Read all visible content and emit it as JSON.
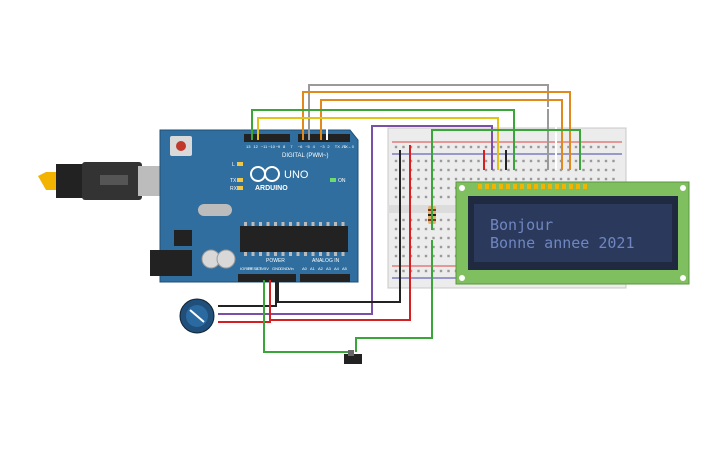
{
  "colors": {
    "board": "#2f6e9e",
    "board_dark": "#1f4f75",
    "breadboard": "#ececec",
    "lcd_pcb": "#7fbf5f",
    "lcd_screen": "#2b3a5c",
    "lcd_text": "#6f86c0",
    "wire_gray": "#9a9a9a",
    "wire_orange": "#e08a1e",
    "wire_yellow": "#e3c21a",
    "wire_green": "#3aa63a",
    "wire_purple": "#7a4fa8",
    "wire_red": "#d42020",
    "wire_black": "#222222"
  },
  "arduino": {
    "brand": "ARDUINO",
    "model": "UNO",
    "digital_label": "DIGITAL (PWM~)",
    "power_label": "POWER",
    "analog_label": "ANALOG IN",
    "aref": "AREF",
    "gnd": "GND",
    "led_l": "L",
    "led_tx": "TX",
    "led_rx": "RX",
    "on": "ON",
    "digital_pins": [
      "13",
      "12",
      "~11",
      "~10",
      "~9",
      "8",
      "7",
      "~6",
      "~5",
      "4",
      "~3",
      "2",
      "TX→1",
      "RX←0"
    ],
    "power_pins": [
      "IOREF",
      "RESET",
      "3.3V",
      "5V",
      "GND",
      "GND",
      "Vin"
    ],
    "analog_pins": [
      "A0",
      "A1",
      "A2",
      "A3",
      "A4",
      "A5"
    ]
  },
  "lcd": {
    "line1": "Bonjour",
    "line2": "Bonne annee 2021"
  },
  "components": {
    "potentiometer": "potentiometer-icon",
    "switch": "slide-switch-icon",
    "resistor": "resistor-icon",
    "usb": "usb-cable-icon"
  }
}
